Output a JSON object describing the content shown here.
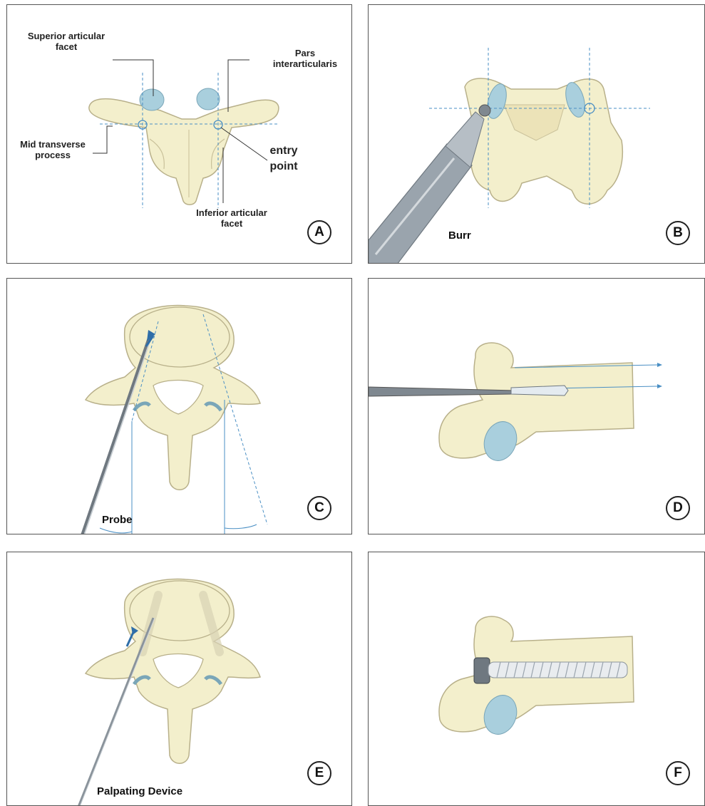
{
  "panels": {
    "a": {
      "letter": "A",
      "label_superior_l1": "Superior articular",
      "label_superior_l2": "facet",
      "label_pars_l1": "Pars",
      "label_pars_l2": "interarticularis",
      "label_mid_l1": "Mid transverse",
      "label_mid_l2": "process",
      "label_entry_l1": "entry",
      "label_entry_l2": "point",
      "label_inferior_l1": "Inferior articular",
      "label_inferior_l2": "facet"
    },
    "b": {
      "letter": "B",
      "tool": "Burr"
    },
    "c": {
      "letter": "C",
      "tool": "Probe"
    },
    "d": {
      "letter": "D"
    },
    "e": {
      "letter": "E",
      "tool": "Palpating Device"
    },
    "f": {
      "letter": "F"
    }
  },
  "colors": {
    "bone": "#f3efcc",
    "bone_outline": "#b8b08a",
    "facet_blue": "#a9cfdd",
    "guide_blue": "#4a8fc4",
    "instrument": "#9aa4ad"
  }
}
